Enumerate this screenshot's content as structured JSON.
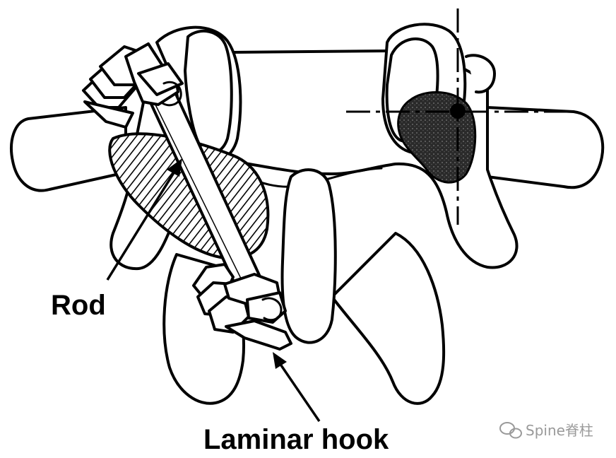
{
  "labels": {
    "rod": "Rod",
    "laminar_hook": "Laminar hook"
  },
  "watermark": {
    "text": "Spine脊柱"
  },
  "colors": {
    "line": "#000000",
    "background": "#ffffff",
    "watermark": "#9a9a9a"
  }
}
